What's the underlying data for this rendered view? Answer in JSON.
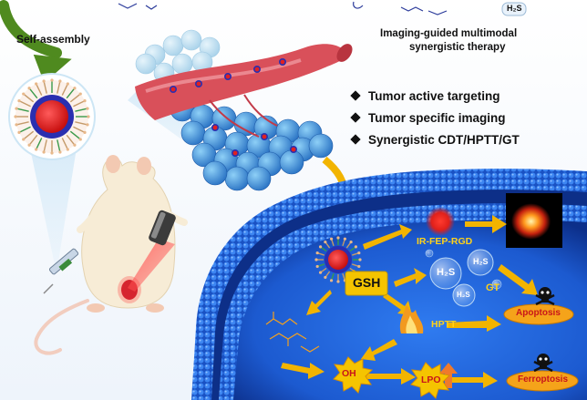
{
  "labels": {
    "self_assembly": "Self-assembly",
    "therapy_line1": "Imaging-guided multimodal",
    "therapy_line2": "synergistic therapy",
    "h2s_box": "H₂S",
    "irfep": "IR-FEP-RGD",
    "gsh": "GSH",
    "h2s_bubble1": "H₂S",
    "h2s_bubble2": "H₂S",
    "h2s_bubble3": "H₂S",
    "gt": "GT",
    "hptt": "HPTT",
    "apoptosis": "Apoptosis",
    "oh": "OH",
    "lpo": "LPO",
    "ferroptosis": "Ferroptosis"
  },
  "bullets": [
    "Tumor active targeting",
    "Tumor specific imaging",
    "Synergistic CDT/HPTT/GT"
  ],
  "colors": {
    "cell_blue": "#1f5fd6",
    "cell_dark": "#0c2f8a",
    "arrow_yellow": "#f2b400",
    "arrow_green": "#4f8a1f",
    "vessel_red": "#d9505a",
    "gsh_box": "#f5c400",
    "lpo_arrow": "#f07a2a"
  }
}
